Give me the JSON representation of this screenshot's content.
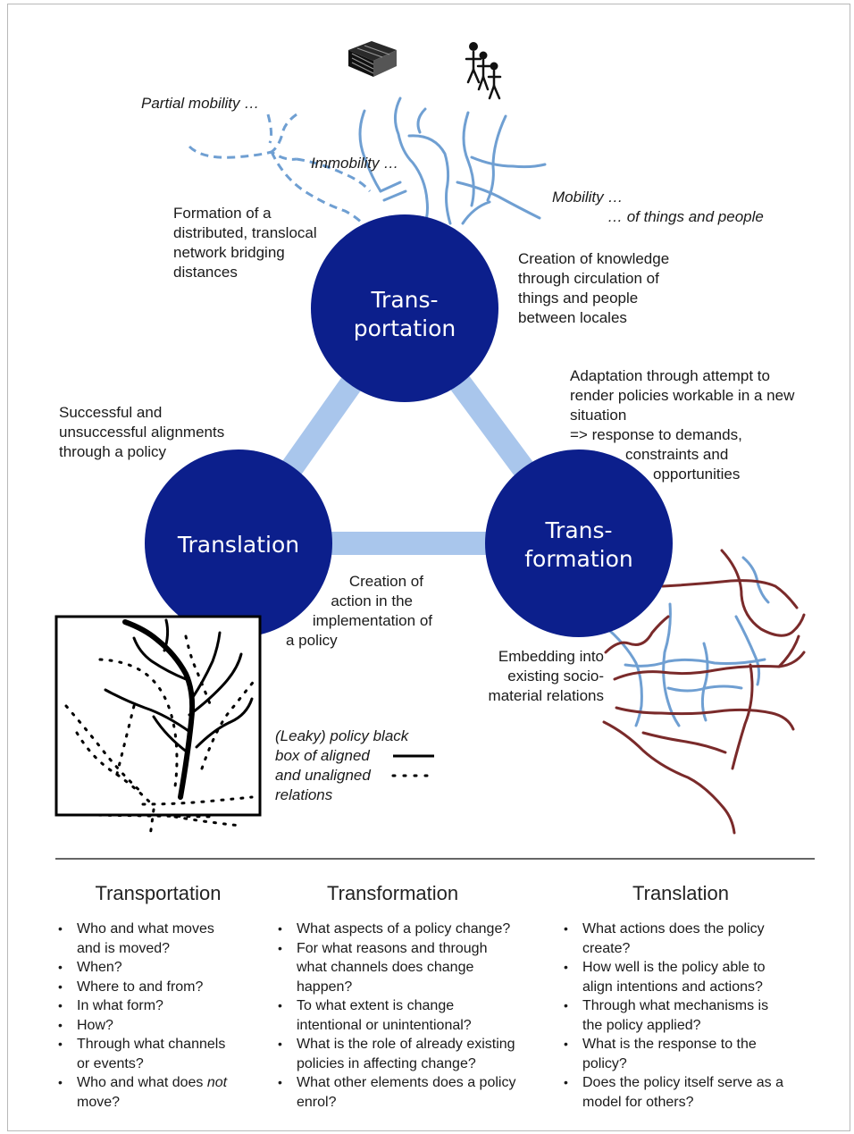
{
  "circles": {
    "transportation": [
      "Trans-",
      "portation"
    ],
    "translation": [
      "Translation"
    ],
    "transformation": [
      "Trans-",
      "formation"
    ]
  },
  "labels": {
    "partial_mobility": "Partial mobility …",
    "immobility": "Immobility …",
    "mobility": "Mobility …",
    "mobility_things": "… of things and people",
    "formation": [
      "Formation of a",
      "distributed, translocal",
      "network bridging",
      "distances"
    ],
    "knowledge": [
      "Creation of knowledge",
      "through circulation of",
      "things and people",
      "between locales"
    ],
    "adaptation": [
      "Adaptation through attempt to",
      "render policies workable in a new",
      "situation",
      "=> response to demands,",
      "constraints and",
      "opportunities"
    ],
    "alignments": [
      "Successful and",
      "unsuccessful alignments",
      "through a policy"
    ],
    "action": [
      "Creation of",
      "action in the",
      "implementation of",
      "a policy"
    ],
    "embedding": [
      "Embedding into",
      "existing socio-",
      "material relations"
    ],
    "blackbox": [
      "(Leaky) policy black",
      "box of aligned",
      "and unaligned",
      "relations"
    ]
  },
  "columns": [
    {
      "title": "Transportation",
      "items": [
        [
          "Who and what moves",
          "and is moved?"
        ],
        [
          "When?"
        ],
        [
          "Where to and from?"
        ],
        [
          "In what form?"
        ],
        [
          "How?"
        ],
        [
          "Through what channels",
          "or events?"
        ],
        [
          "Who and what does ",
          "not",
          "",
          "move?"
        ]
      ]
    },
    {
      "title": "Transformation",
      "items": [
        [
          "What aspects of a policy change?"
        ],
        [
          "For what reasons and through",
          "what channels does change",
          "happen?"
        ],
        [
          "To what extent is change",
          "intentional or unintentional?"
        ],
        [
          "What is the role of already existing",
          "policies in affecting change?"
        ],
        [
          "What other elements does a policy",
          "enrol?"
        ]
      ]
    },
    {
      "title": "Translation",
      "items": [
        [
          "What actions does the policy",
          "create?"
        ],
        [
          "How well is the policy able to",
          "align intentions and actions?"
        ],
        [
          "Through what mechanisms is",
          "the policy applied?"
        ],
        [
          "What is the response to the",
          "policy?"
        ],
        [
          "Does the policy itself serve as a",
          "model for others?"
        ]
      ]
    }
  ],
  "colors": {
    "circle": "#0c1f8c",
    "link": "#a9c6ec",
    "blue_line": "#6f9fd2",
    "brown_line": "#7a2a2a"
  }
}
